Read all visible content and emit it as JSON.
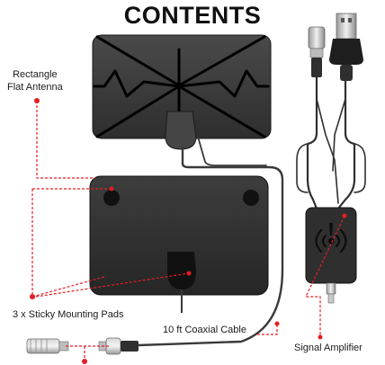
{
  "title": "CONTENTS",
  "labels": {
    "antenna_line1": "Rectangle",
    "antenna_line2": "Flat Antenna",
    "pads": "3 x Sticky Mounting Pads",
    "coax": "10 ft Coaxial Cable",
    "amplifier": "Signal Amplifier"
  },
  "colors": {
    "accent": "#e31e24",
    "product": "#2f2f2f",
    "cable": "#3a3a3a"
  }
}
